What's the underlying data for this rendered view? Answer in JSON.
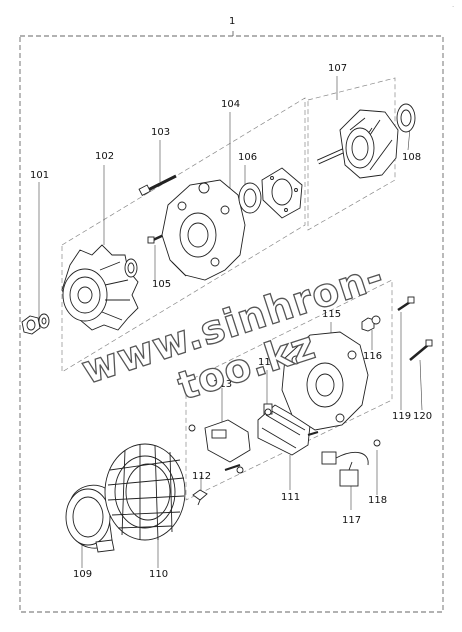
{
  "corner_mark": "-",
  "assembly_number": "1",
  "watermark": "www.sinhron-too.kz",
  "callouts": [
    "101",
    "102",
    "103",
    "104",
    "105",
    "106",
    "107",
    "108",
    "109",
    "110",
    "111",
    "112",
    "113",
    "114",
    "115",
    "116",
    "117",
    "118",
    "119",
    "120"
  ]
}
